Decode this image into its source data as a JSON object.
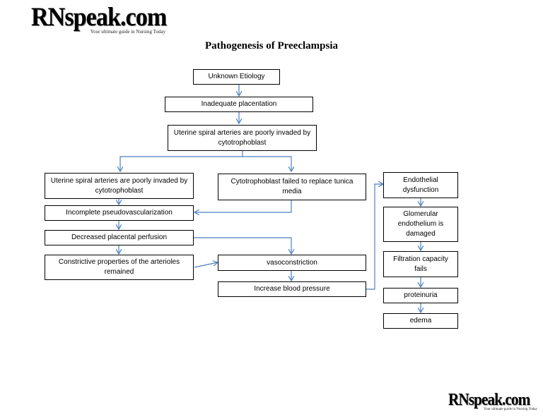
{
  "logo": {
    "brand": "RNspeak.com",
    "tagline": "Your ultimate guide in Nursing Today"
  },
  "title": "Pathogenesis of Preeclampsia",
  "nodes": {
    "unknown_etiology": "Unknown Etiology",
    "inadequate_placentation": "Inadequate placentation",
    "spiral_arteries_top": "Uterine spiral arteries are poorly invaded by cytotrophoblast",
    "spiral_arteries_left": "Uterine spiral arteries are poorly invaded by cytotrophoblast",
    "cytotrophoblast_failed": "Cytotrophoblast failed to replace tunica media",
    "incomplete_pseudovascularization": "Incomplete pseudovascularization",
    "decreased_placental_perfusion": "Decreased placental perfusion",
    "constrictive_properties": "Constrictive properties of the arterioles remained",
    "vasoconstriction": "vasoconstriction",
    "increase_blood_pressure": "Increase blood pressure",
    "endothelial_dysfunction": "Endothelial dysfunction",
    "glomerular_endothelium": "Glomerular endothelium is damaged",
    "filtration_capacity": "Filtration capacity fails",
    "proteinuria": "proteinuria",
    "edema": "edema"
  },
  "colors": {
    "arrow": "#4a7fc1",
    "box_border": "#000000"
  }
}
